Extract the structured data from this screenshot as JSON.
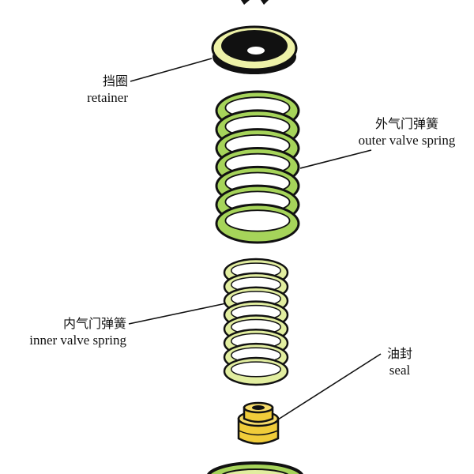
{
  "colors": {
    "spring_outer": "#a6d45a",
    "spring_inner": "#e2eea0",
    "outline": "#111111",
    "retainer_face": "#eef2a8",
    "retainer_recess": "#111111",
    "seal": "#f0cc3a"
  },
  "labels": {
    "retainer": {
      "cn": "挡圈",
      "en": "retainer"
    },
    "outer_spring": {
      "cn": "外气门弹簧",
      "en": "outer valve spring"
    },
    "inner_spring": {
      "cn": "内气门弹簧",
      "en": "inner valve spring"
    },
    "seal": {
      "cn": "油封",
      "en": "seal"
    }
  }
}
